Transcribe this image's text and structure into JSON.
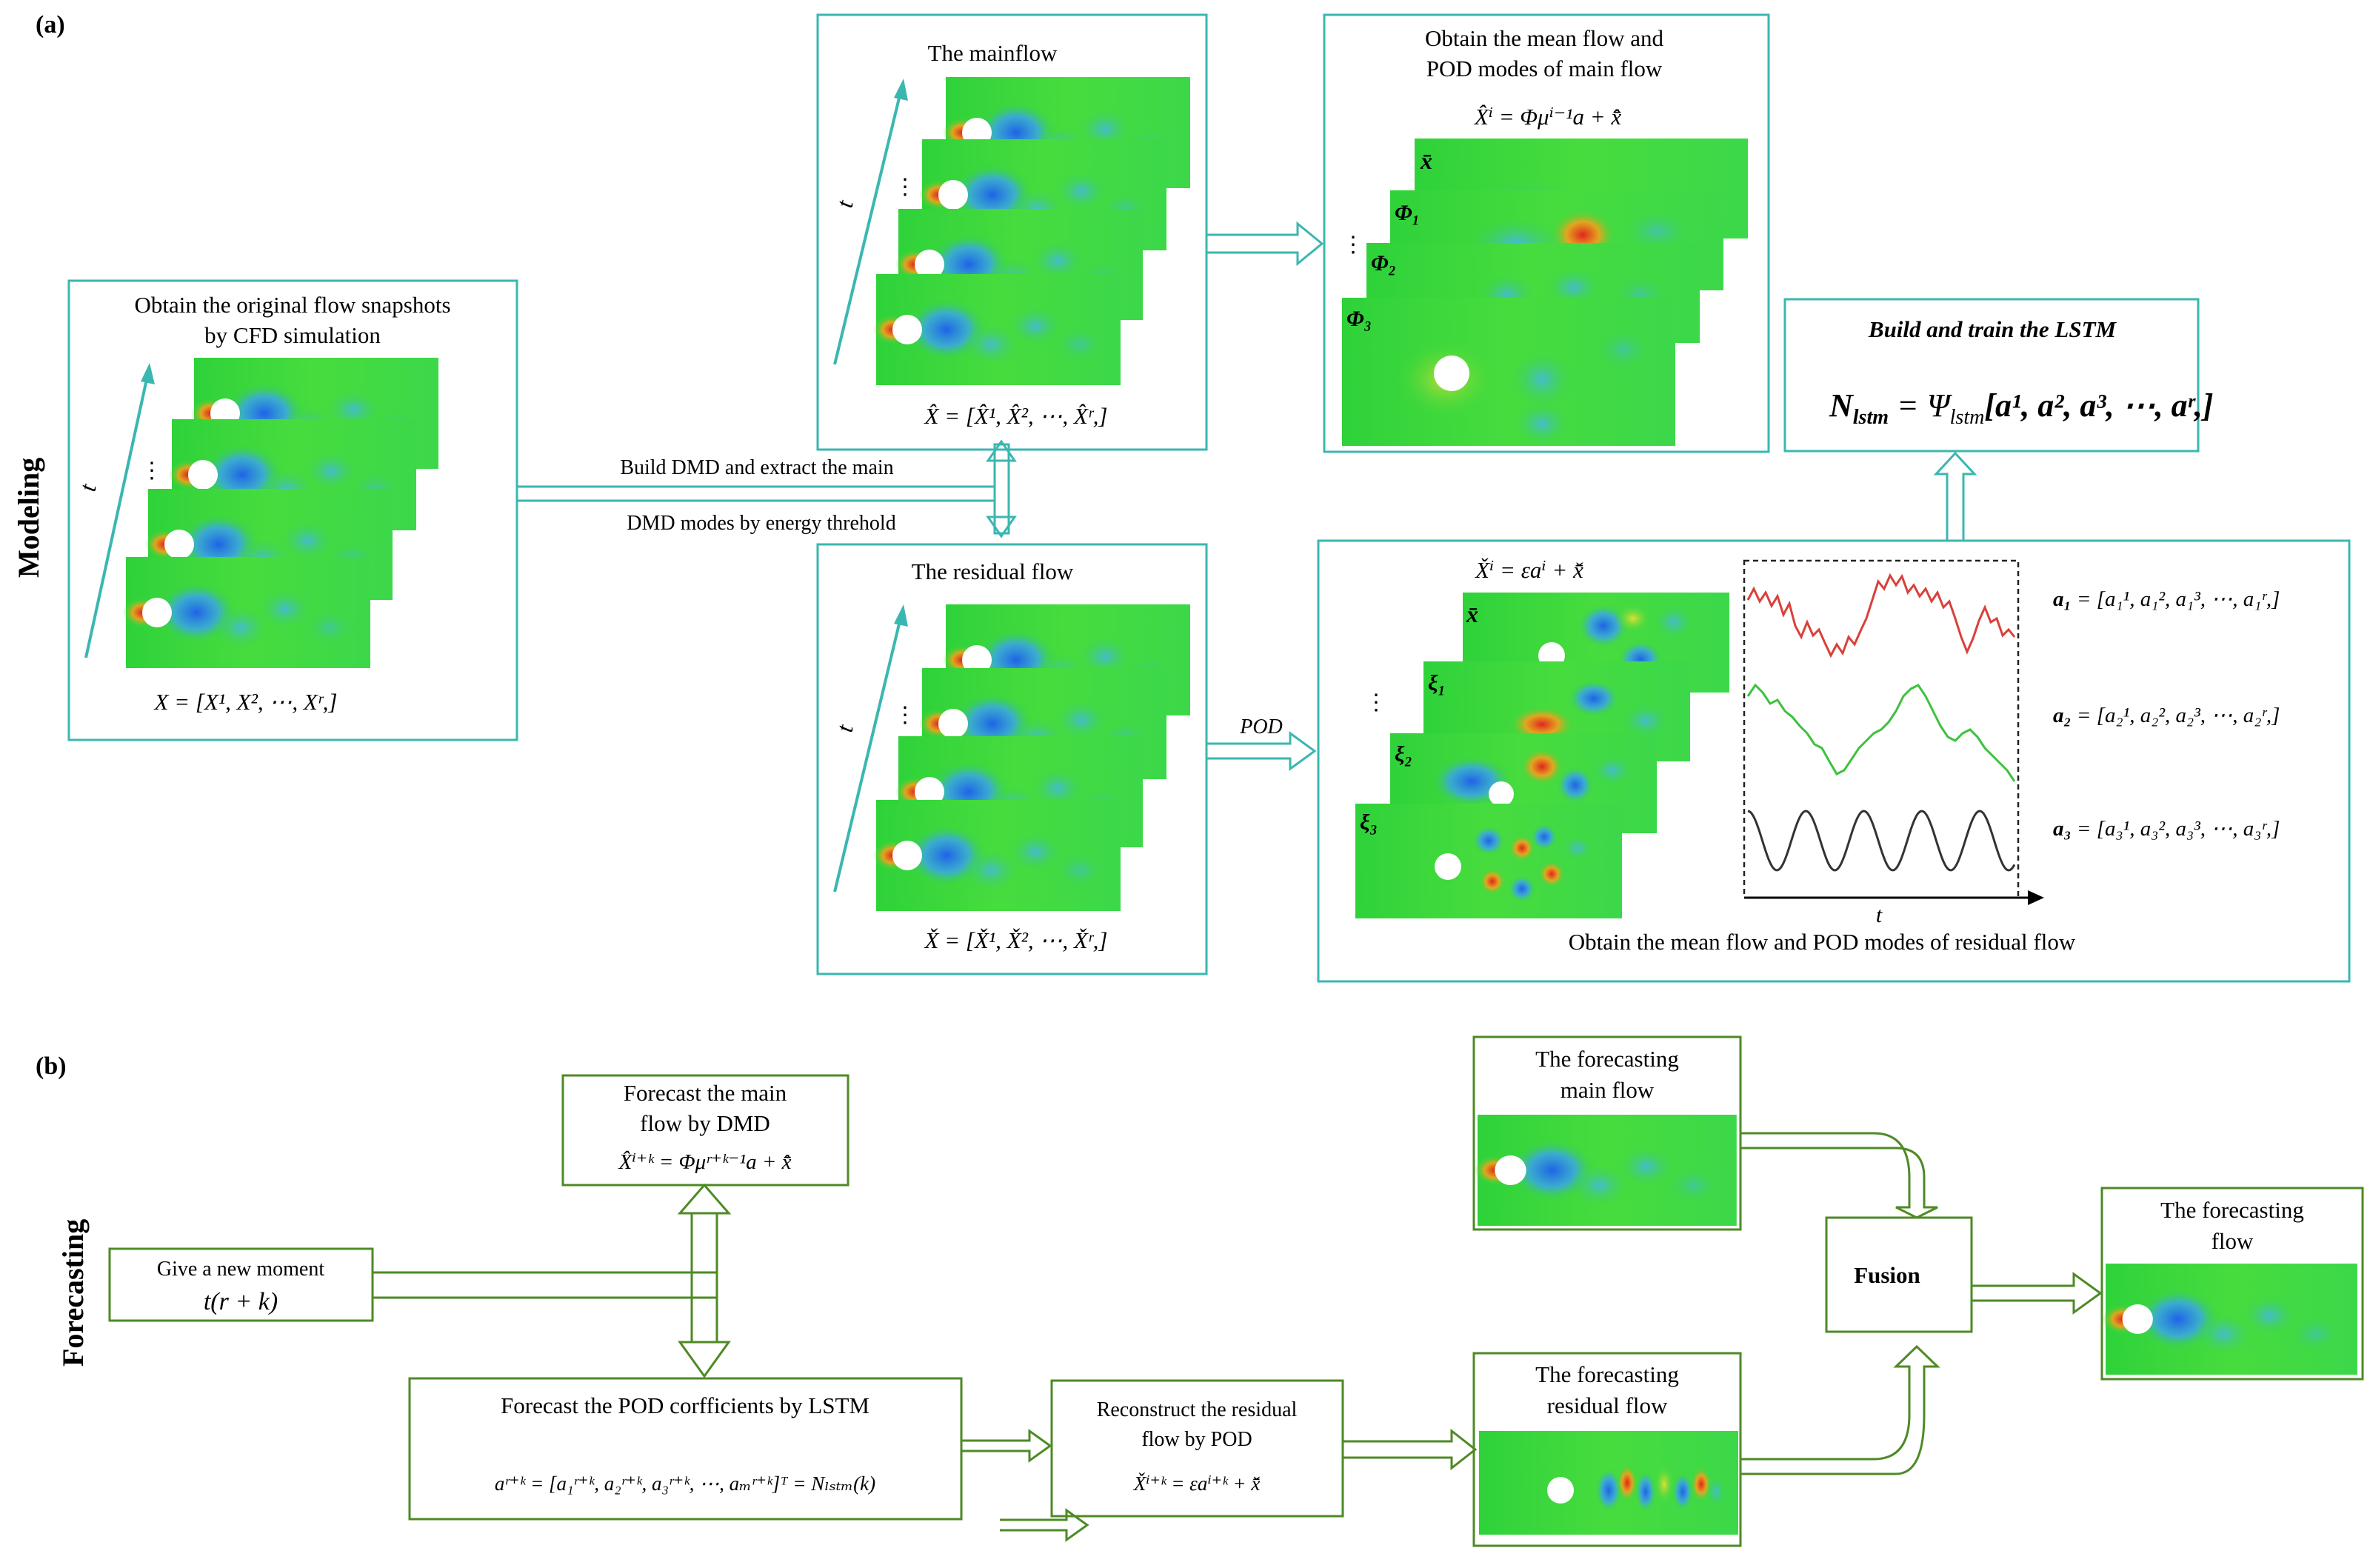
{
  "panel_a": {
    "label": "(a)",
    "side_label": "Modeling",
    "original": {
      "title_line1": "Obtain the original flow snapshots",
      "title_line2": "by CFD simulation",
      "t_label": "t",
      "dots": "⋮",
      "formula": "X = [X¹, X², ⋯, Xʳ,]"
    },
    "dmd_label_line1": "Build DMD and extract the main",
    "dmd_label_line2": "DMD modes by energy threhold",
    "mainflow": {
      "title": "The mainflow",
      "t_label": "t",
      "dots": "⋮",
      "formula": "X̂ = [X̂¹, X̂², ⋯, X̂ʳ,]"
    },
    "mean_pod_main": {
      "title_line1": "Obtain the mean flow and",
      "title_line2": "POD modes of main flow",
      "formula": "X̂ⁱ = Φμⁱ⁻¹a + x̂̄",
      "mode_labels": [
        "x̄",
        "Φ₁",
        "Φ₂",
        "Φ₃"
      ],
      "dots": "⋮"
    },
    "lstm": {
      "title": "Build and train the LSTM",
      "formula_lhs": "N",
      "formula_sub": "lstm",
      "formula_rhs": " = Ψ",
      "formula_rhs_sub": "lstm",
      "formula_tail": "[a¹, a², a³, ⋯, aʳ,]"
    },
    "residual": {
      "title": "The residual flow",
      "t_label": "t",
      "dots": "⋮",
      "formula": "X̌ = [X̌¹, X̌², ⋯, X̌ʳ,]"
    },
    "pod_label": "POD",
    "mean_pod_residual": {
      "formula": "X̌ⁱ = εaⁱ + x̌̄",
      "mode_labels": [
        "x̄",
        "ξ₁",
        "ξ₂",
        "ξ₃"
      ],
      "dots": "⋮",
      "t_axis": "t",
      "caption": "Obtain the mean flow and POD modes of residual flow",
      "coeffs": [
        {
          "name": "a₁",
          "expr": " = [a₁¹, a₁², a₁³, ⋯, a₁ʳ,]"
        },
        {
          "name": "a₂",
          "expr": " = [a₂¹, a₂², a₂³, ⋯, a₂ʳ,]"
        },
        {
          "name": "a₃",
          "expr": " = [a₃¹, a₃², a₃³, ⋯, a₃ʳ,]"
        }
      ]
    }
  },
  "panel_b": {
    "label": "(b)",
    "side_label": "Forecasting",
    "new_moment": {
      "line1": "Give a new moment",
      "line2": "t(r + k)"
    },
    "forecast_main": {
      "line1": "Forecast the main",
      "line2": "flow by DMD",
      "formula": "X̂ⁱ⁺ᵏ = Φμʳ⁺ᵏ⁻¹a + x̂̄"
    },
    "forecast_pod": {
      "title": "Forecast the POD corfficients by LSTM",
      "formula": "aʳ⁺ᵏ = [a₁ʳ⁺ᵏ, a₂ʳ⁺ᵏ, a₃ʳ⁺ᵏ, ⋯, aₘʳ⁺ᵏ]ᵀ = Nₗₛₜₘ(k)"
    },
    "reconstruct": {
      "line1": "Reconstruct the residual",
      "line2": "flow by POD",
      "formula": "X̌ⁱ⁺ᵏ = εaⁱ⁺ᵏ + x̌̄"
    },
    "forecast_main_flow": {
      "line1": "The forecasting",
      "line2": "main flow"
    },
    "forecast_residual_flow": {
      "line1": "The forecasting",
      "line2": "residual flow"
    },
    "fusion": "Fusion",
    "forecast_flow": {
      "line1": "The forecasting",
      "line2": "flow"
    }
  },
  "colors": {
    "teal": "#3ab7b0",
    "dark_green": "#4e8a25",
    "field_green": "#39d83a",
    "curve_red": "#d9403a",
    "curve_green": "#3ec13e",
    "curve_black": "#333333"
  }
}
